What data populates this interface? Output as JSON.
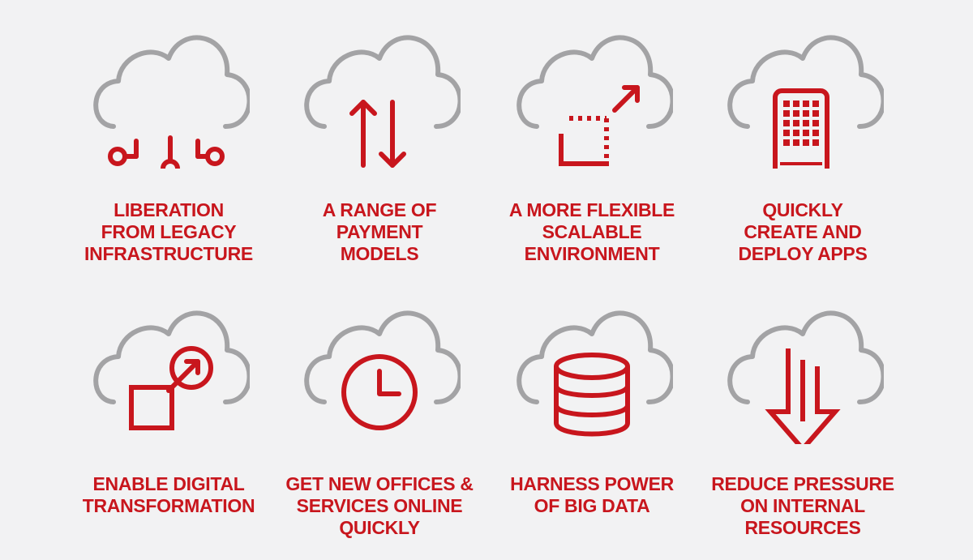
{
  "colors": {
    "background": "#f2f2f3",
    "cloud": "#a3a3a5",
    "accent": "#c8161d"
  },
  "tiles": [
    {
      "icon": "circuit-nodes-icon",
      "lines": [
        "LIBERATION",
        "FROM LEGACY",
        "INFRASTRUCTURE"
      ]
    },
    {
      "icon": "up-down-arrows-icon",
      "lines": [
        "A RANGE OF",
        "PAYMENT",
        "MODELS"
      ]
    },
    {
      "icon": "expand-arrow-icon",
      "lines": [
        "A MORE FLEXIBLE",
        "SCALABLE",
        "ENVIRONMENT"
      ]
    },
    {
      "icon": "mobile-apps-icon",
      "lines": [
        "QUICKLY",
        "CREATE AND",
        "DEPLOY APPS"
      ]
    },
    {
      "icon": "transform-arrow-icon",
      "lines": [
        "ENABLE DIGITAL",
        "TRANSFORMATION"
      ]
    },
    {
      "icon": "clock-icon",
      "lines": [
        "GET NEW OFFICES &",
        "SERVICES ONLINE",
        "QUICKLY"
      ]
    },
    {
      "icon": "database-icon",
      "lines": [
        "HARNESS POWER",
        "OF BIG DATA"
      ]
    },
    {
      "icon": "down-arrow-icon",
      "lines": [
        "REDUCE PRESSURE",
        "ON INTERNAL",
        "RESOURCES"
      ]
    }
  ]
}
